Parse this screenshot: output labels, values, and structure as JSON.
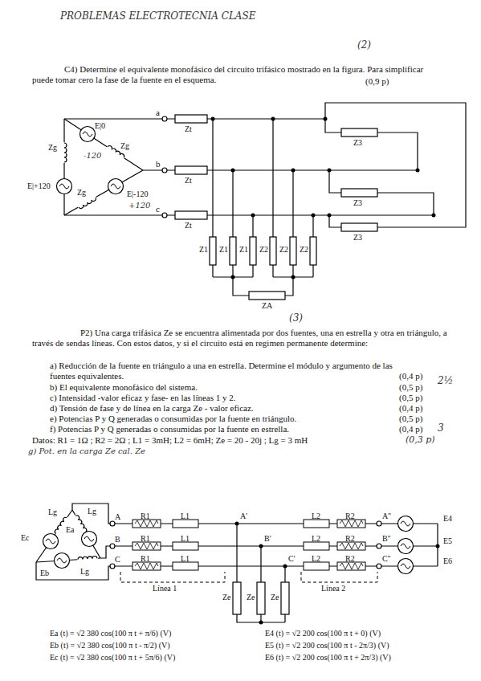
{
  "diagram": {
    "labels": [
      "PROBLEMAS ELECTROTECNIA CLASE",
      "(2)",
      "C4) Determine el equivalente monofásico del circuito trifásico mostrado en la figura. Para simplificar puede tomar cero la fase de la fuente en el esquema.",
      "(0,9 p)",
      "a",
      "b",
      "c",
      "E|0",
      "Zg",
      "-120",
      "Zg",
      "E|+120",
      "Zg",
      "E|-120",
      "+120",
      "Zt",
      "Zt",
      "Zt",
      "Z3",
      "Z3",
      "Z3",
      "Z1",
      "Z1",
      "Z1",
      "Z2",
      "Z2",
      "Z2",
      "ZA",
      "(3)",
      "P2) Una carga trifásica Ze se encuentra alimentada por dos fuentes, una en estrella y otra en triángulo, a través de sendas líneas. Con estos datos, y si el circuito está en regimen permanente determine:",
      "a) Reducción de la fuente en triángulo a una en estrella. Determine el módulo y argumento de las fuentes equivalentes.",
      "(0,4 p)",
      "b) El equivalente monofásico del sistema.",
      "(0,5 p)",
      "c) Intensidad -valor eficaz y fase- en las líneas 1 y 2.",
      "(0,5 p)",
      "d) Tensión de fase y de línea en la carga Ze - valor eficaz.",
      "(0,4 p)",
      "e) Potencias P y Q generadas o consumidas por la fuente en triángulo.",
      "(0,5 p)",
      "f) Potencias P y Q generadas o consumidas por la fuente en estrella.",
      "(0,4 p)",
      "2½",
      "3",
      "Datos: R1 = 1Ω ; R2 = 2Ω ; L1 = 3mH; L2 = 6mH; Ze = 20 - 20j ; Lg = 3 mH",
      "(0,3 p)",
      "g) Pot. en la carga Ze cal. Ze",
      "Lg",
      "Lg",
      "Lg",
      "Ec",
      "Ea",
      "Eb",
      "A",
      "B",
      "C",
      "R1",
      "L1",
      "A'",
      "L2",
      "R2",
      "A''",
      "R1",
      "L1",
      "B'",
      "L2",
      "R2",
      "B''",
      "R1",
      "L1",
      "C'",
      "L2",
      "R2",
      "C''",
      "E4",
      "E5",
      "E6",
      "Ze",
      "Ze",
      "Ze",
      "Línea 1",
      "Línea 2",
      "Ea (t) = √2 380 cos(100 π t + π/6) (V)",
      "Eb (t) = √2 380 cos(100 π t - π/2) (V)",
      "Ec (t) = √2 380 cos(100 π t + 5π/6) (V)",
      "E4 (t) = √2 200 cos(100 π t + 0) (V)",
      "E5 (t) = √2 200 cos(100 π t - 2π/3) (V)",
      "E6 (t) = √2 200 cos(100 π t + 2π/3) (V)"
    ]
  }
}
